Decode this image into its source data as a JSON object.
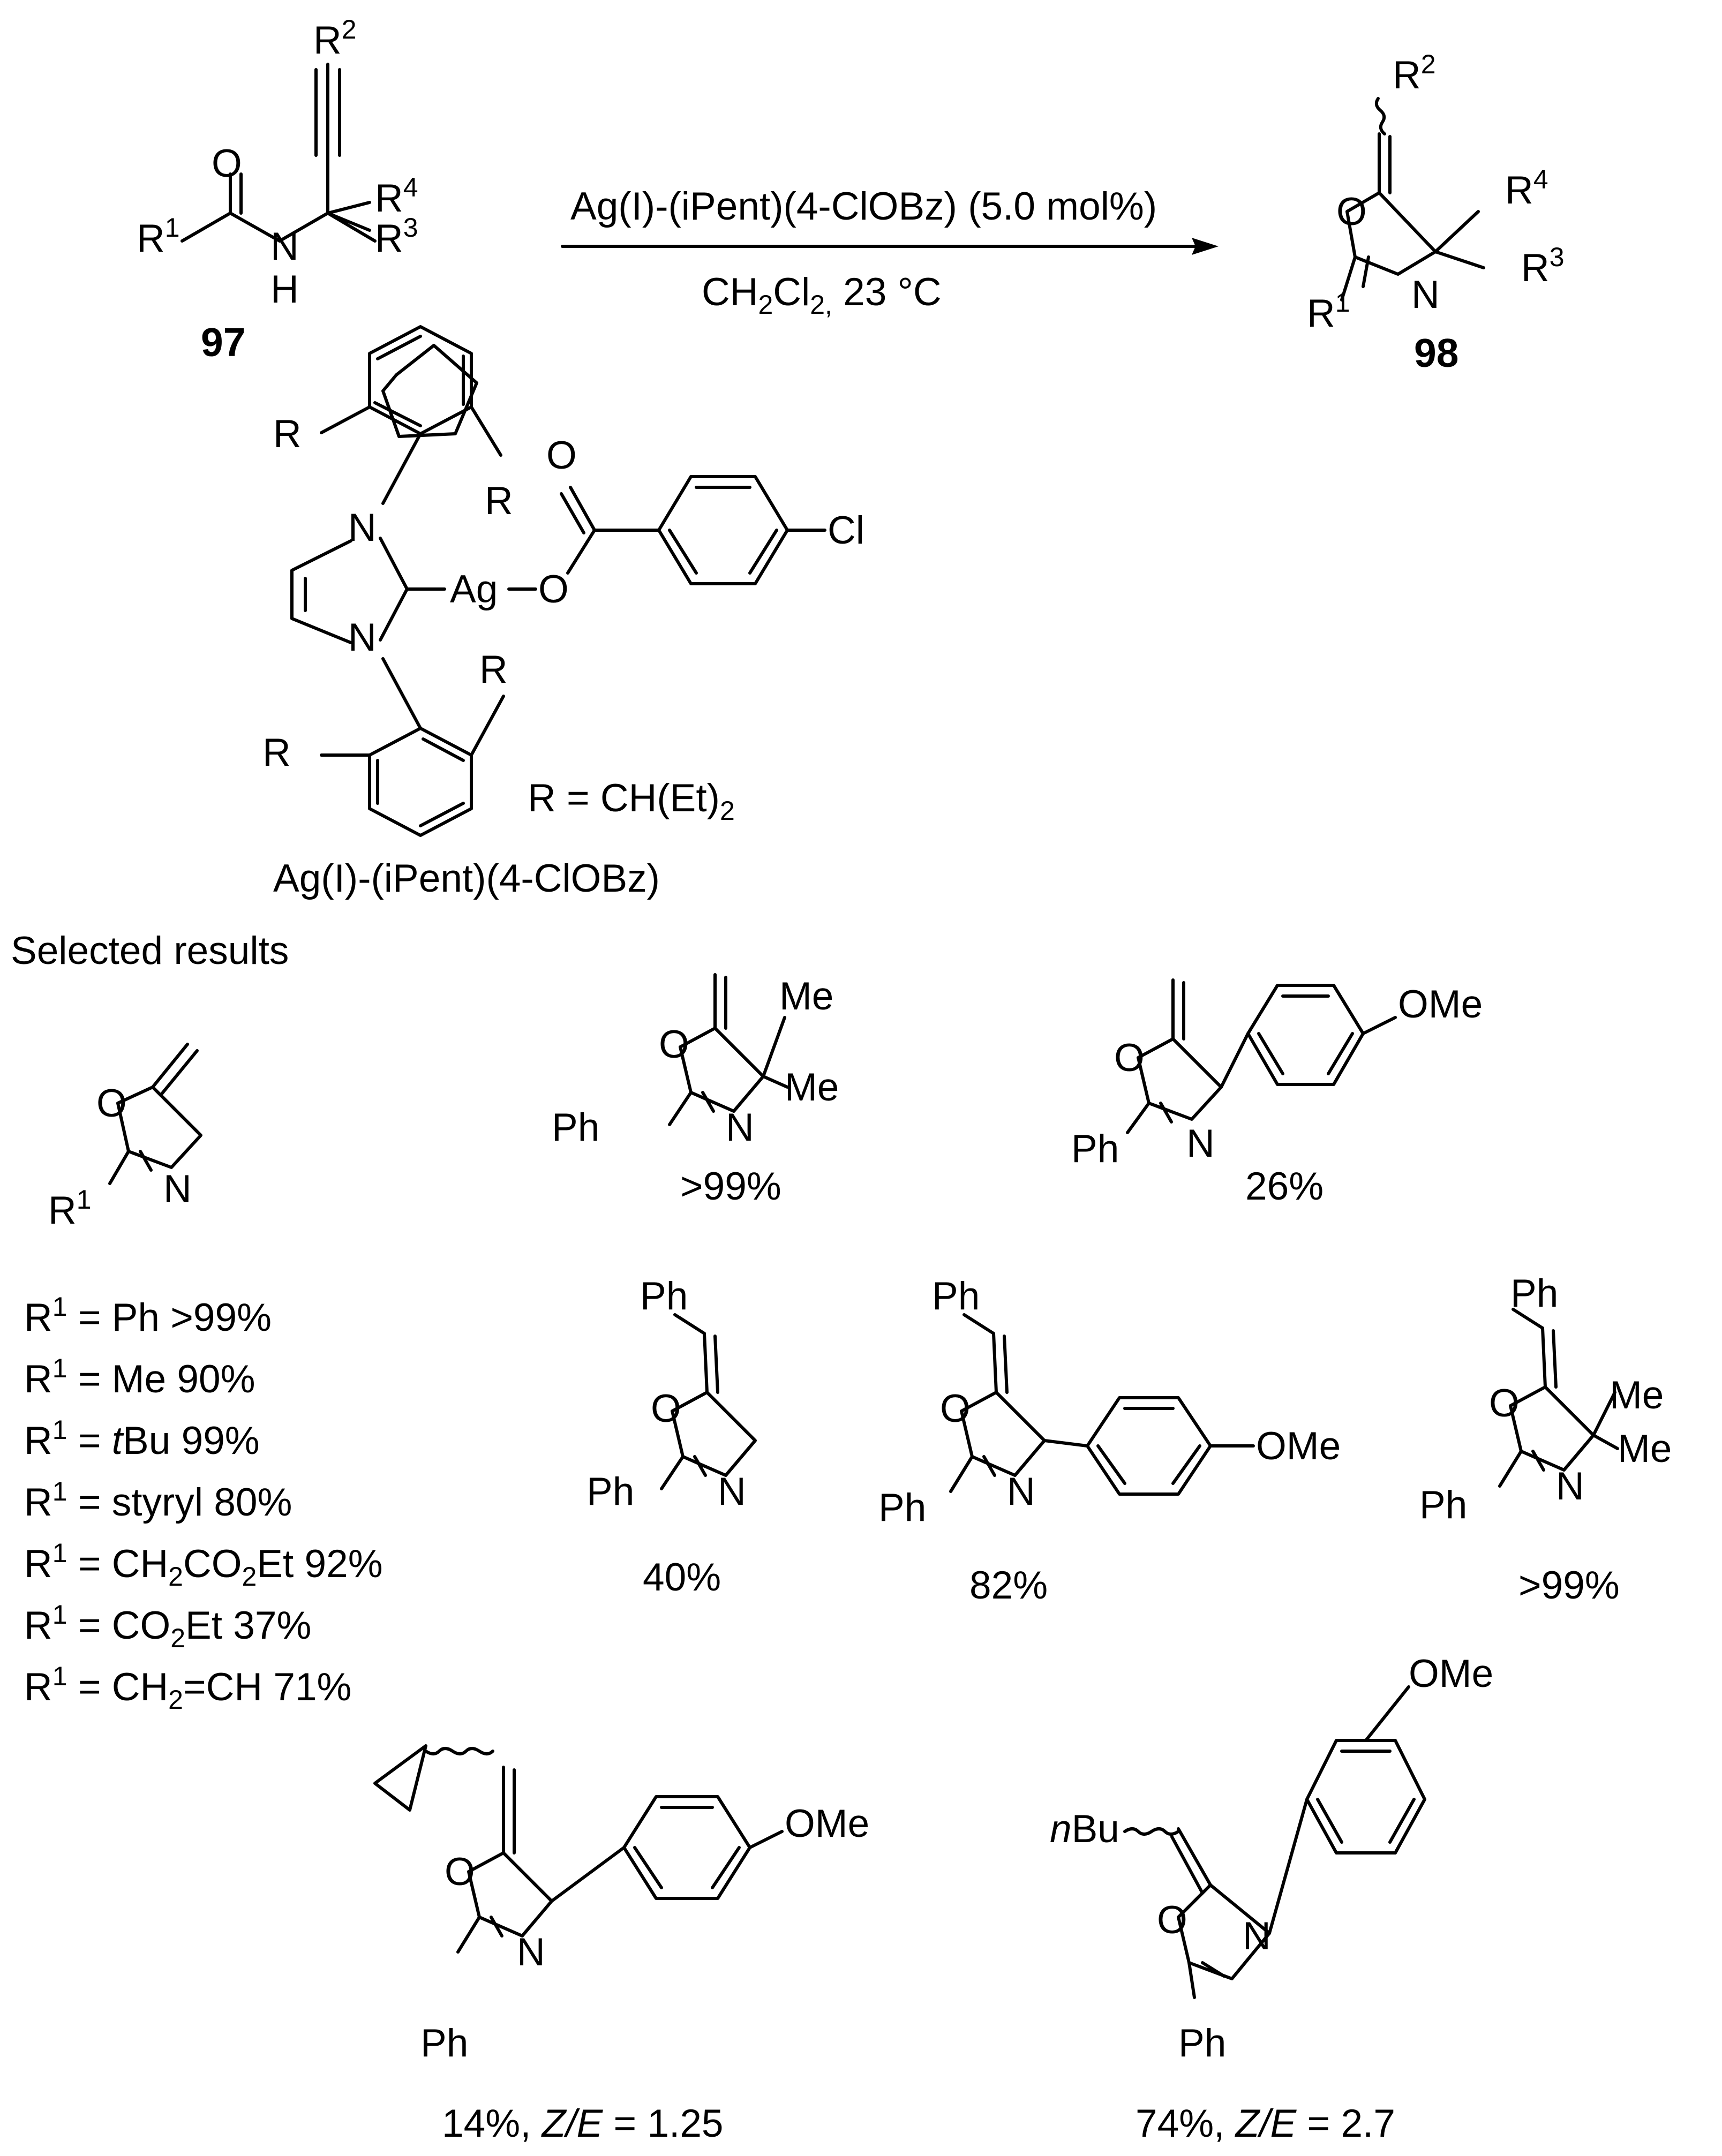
{
  "reaction": {
    "reagent": "Ag(I)-(iPent)(4-ClOBz) (5.0 mol%)",
    "solvent_prefix": "CH",
    "solvent_sub1": "2",
    "solvent_mid": "Cl",
    "solvent_sub2": "2,",
    "solvent_suffix": " 23 °C",
    "sm_label": "97",
    "product_label": "98"
  },
  "atoms": {
    "R": "R",
    "R1": "R",
    "R2": "R",
    "R3": "R",
    "R4": "R",
    "sup1": "1",
    "sup2": "2",
    "sup3": "3",
    "sup4": "4",
    "O": "O",
    "N": "N",
    "H": "H",
    "Ag": "Ag",
    "Cl": "Cl",
    "Me": "Me",
    "OMe": "OMe",
    "Ph": "Ph",
    "nBu_italic": "n",
    "nBu_rest": "Bu"
  },
  "catalyst": {
    "r_def_prefix": "R = CH(Et)",
    "r_def_sub": "2",
    "name": "Ag(I)-(iPent)(4-ClOBz)"
  },
  "results": {
    "heading": "Selected results",
    "r1_list": [
      {
        "pre": "R",
        "sup": "1",
        "text": " = Ph >99%"
      },
      {
        "pre": "R",
        "sup": "1",
        "text": " = Me 90%"
      },
      {
        "pre": "R",
        "sup": "1",
        "it": "t",
        "text": "Bu 99%",
        "mid": " = "
      },
      {
        "pre": "R",
        "sup": "1",
        "text": " = styryl 80%"
      },
      {
        "pre": "R",
        "sup": "1",
        "text": " = CH",
        "sub": "2",
        "text2": "CO",
        "sub2": "2",
        "text3": "Et 92%"
      },
      {
        "pre": "R",
        "sup": "1",
        "text": " = CO",
        "sub": "2",
        "text2": "Et 37%"
      },
      {
        "pre": "R",
        "sup": "1",
        "text": " = CH",
        "sub": "2",
        "text2": "=CH 71%"
      }
    ],
    "yield_a": ">99%",
    "yield_b": "26%",
    "yield_c": "40%",
    "yield_d": "82%",
    "yield_e": ">99%",
    "yield_f_pct": "14%, ",
    "yield_f_ze": "Z/E",
    "yield_f_val": " = 1.25",
    "yield_g_pct": "74%, ",
    "yield_g_ze": "Z/E",
    "yield_g_val": " = 2.7"
  }
}
